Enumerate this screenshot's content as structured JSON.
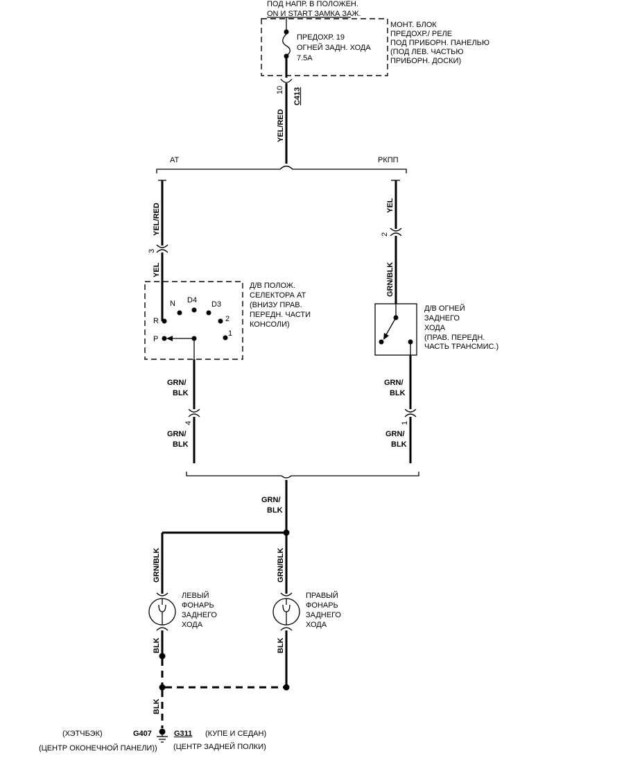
{
  "supply": {
    "line1": "ПОД НАПР. В ПОЛОЖЕН.",
    "line2": "ON И START ЗАМКА ЗАЖ."
  },
  "fuse": {
    "line1": "ПРЕДОХР. 19",
    "line2": "ОГНЕЙ ЗАДН. ХОДА",
    "line3": "7.5A"
  },
  "fuse_block": {
    "line1": "МОНТ. БЛОК",
    "line2": "ПРЕДОХР./ РЕЛЕ",
    "line3": "ПОД ПРИБОРН. ПАНЕЛЬЮ",
    "line4": "(ПОД ЛЕВ. ЧАСТЬЮ",
    "line5": "ПРИБОРН. ДОСКИ)"
  },
  "connector_main": {
    "pin": "10",
    "name": "C413"
  },
  "wires": {
    "yel_red": "YEL/RED",
    "yel": "YEL",
    "grn_blk": "GRN/BLK",
    "grn_slash": "GRN/",
    "blk_part": "BLK",
    "blk": "BLK"
  },
  "branches": {
    "at": "AT",
    "mt": "РКПП"
  },
  "pins": {
    "at_in": "3",
    "mt_in": "2",
    "at_out": "4",
    "mt_out": "1"
  },
  "at_switch": {
    "line1": "Д/В ПОЛОЖ.",
    "line2": "СЕЛЕКТОРА АТ",
    "line3": "(ВНИЗУ ПРАВ.",
    "line4": "ПЕРЕДН. ЧАСТИ",
    "line5": "КОНСОЛИ)",
    "pos_r": "R",
    "pos_p": "P",
    "pos_n": "N",
    "pos_d4": "D4",
    "pos_d3": "D3",
    "pos_2": "2",
    "pos_1": "1"
  },
  "mt_switch": {
    "line1": "Д/В ОГНЕЙ",
    "line2": "ЗАДНЕГО",
    "line3": "ХОДА",
    "line4": "(ПРАВ. ПЕРЕДН.",
    "line5": "ЧАСТЬ ТРАНСМИС.)"
  },
  "left_lamp": {
    "line1": "ЛЕВЫЙ",
    "line2": "ФОНАРЬ",
    "line3": "ЗАДНЕГО",
    "line4": "ХОДА"
  },
  "right_lamp": {
    "line1": "ПРАВЫЙ",
    "line2": "ФОНАРЬ",
    "line3": "ЗАДНЕГО",
    "line4": "ХОДА"
  },
  "ground": {
    "g407": "G407",
    "g407_note": "(ХЭТЧБЭК)",
    "g407_loc": "(ЦЕНТР ОКОНЕЧНОЙ ПАНЕЛИ))",
    "g311": "G311",
    "g311_note": "(КУПЕ И СЕДАН)",
    "g311_loc": "(ЦЕНТР ЗАДНЕЙ ПОЛКИ)"
  }
}
